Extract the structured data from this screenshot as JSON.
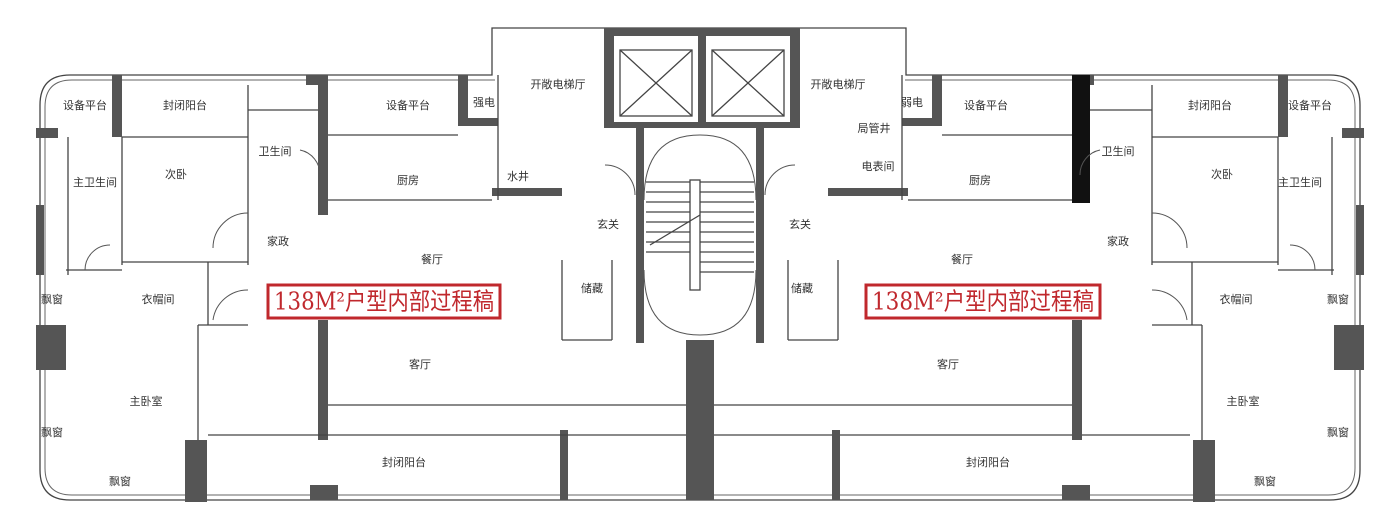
{
  "left_unit": {
    "rooms": [
      "设备平台",
      "封闭阳台",
      "设备平台",
      "强电",
      "开敞电梯厅",
      "卫生间",
      "次卧",
      "主卫生间",
      "厨房",
      "水井",
      "玄关",
      "家政",
      "餐厅",
      "储藏",
      "衣帽间",
      "飘窗",
      "客厅",
      "主卧室",
      "飘窗",
      "飘窗",
      "封闭阳台"
    ],
    "stamp": "138M²户型内部过程稿"
  },
  "right_unit": {
    "rooms": [
      "开敞电梯厅",
      "弱电",
      "设备平台",
      "局管井",
      "电表间",
      "卫生间",
      "封闭阳台",
      "设备平台",
      "次卧",
      "主卫生间",
      "厨房",
      "玄关",
      "家政",
      "餐厅",
      "储藏",
      "衣帽间",
      "飘窗",
      "客厅",
      "主卧室",
      "飘窗",
      "飘窗",
      "封闭阳台"
    ],
    "stamp": "138M²户型内部过程稿"
  },
  "colors": {
    "stamp": "#c0282d",
    "wall": "#555555"
  }
}
